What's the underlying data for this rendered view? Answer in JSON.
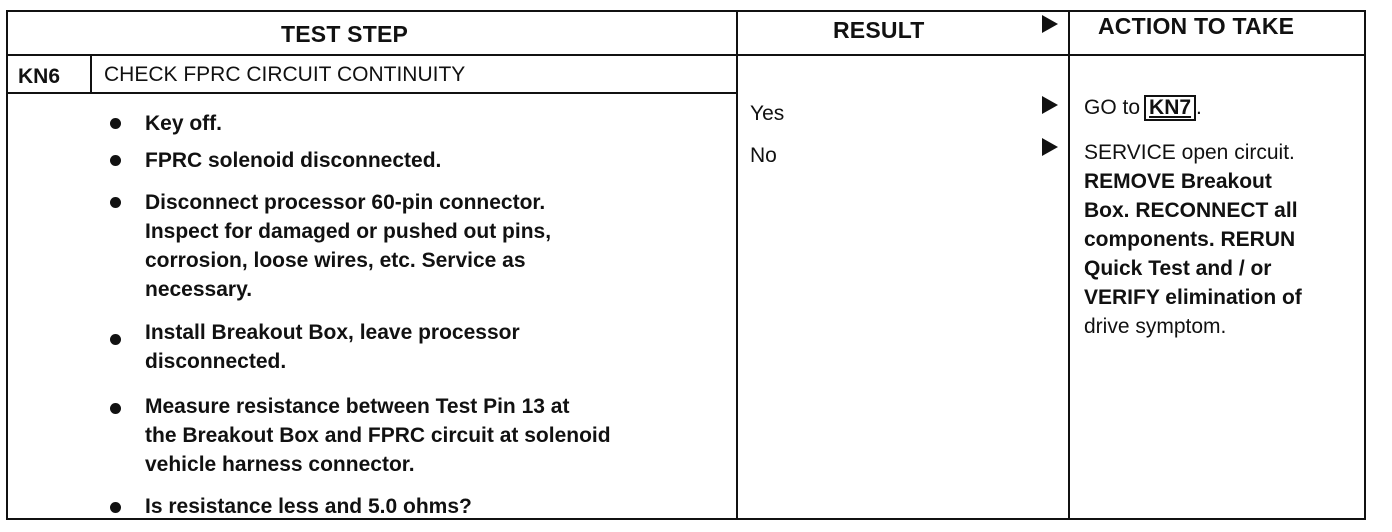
{
  "headers": {
    "test_step": "TEST STEP",
    "result": "RESULT",
    "action": "ACTION TO TAKE"
  },
  "step": {
    "id": "KN6",
    "title": "CHECK FPRC CIRCUIT CONTINUITY",
    "bullets": [
      [
        "Key off."
      ],
      [
        "FPRC solenoid disconnected."
      ],
      [
        "Disconnect processor 60-pin connector.",
        "Inspect for damaged or pushed out pins,",
        "corrosion, loose wires, etc. Service as",
        "necessary."
      ],
      [
        "Install Breakout Box, leave processor",
        "disconnected."
      ],
      [
        "Measure resistance between Test Pin 13 at",
        "the Breakout Box and FPRC circuit at solenoid",
        "vehicle harness connector."
      ],
      [
        "Is resistance less and 5.0 ohms?"
      ]
    ]
  },
  "results": [
    {
      "label": "Yes",
      "action_lines": [
        "GO to"
      ],
      "goto": "KN7",
      "goto_suffix": "."
    },
    {
      "label": "No",
      "action_lines": [
        "SERVICE open circuit.",
        "REMOVE Breakout",
        "Box. RECONNECT all",
        "components. RERUN",
        "Quick Test and / or",
        "VERIFY elimination of",
        "drive symptom."
      ]
    }
  ]
}
